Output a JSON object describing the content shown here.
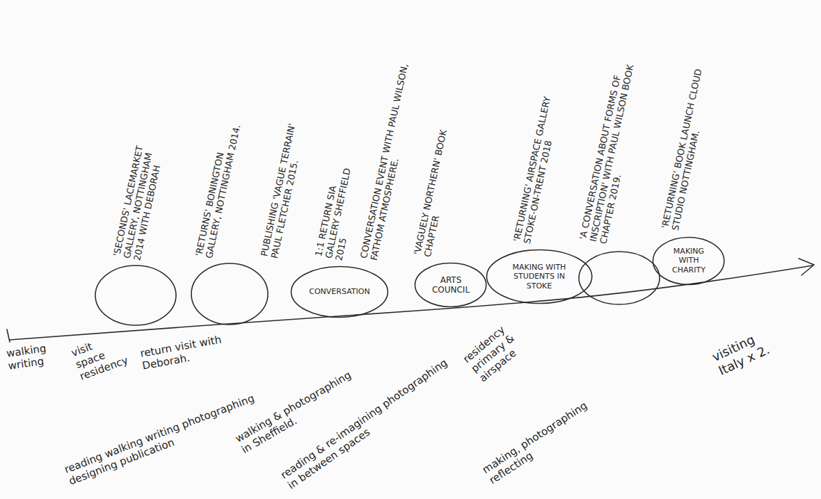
{
  "diagram": {
    "nodes": [
      {
        "text": [
          "CONVERSATION"
        ]
      },
      {
        "text": [
          "ARTS COUNCIL"
        ]
      },
      {
        "text": [
          "MAKING WITH STUDENTS IN STOKE"
        ]
      },
      {
        "text": [
          "MAKING WITH CHARITY"
        ]
      }
    ],
    "labels": [
      "'SECONDS' LACEMARKET GALLERY, NOTTINGHAM 2014 WITH DEBORAH",
      "'RETURNS' BONINGTON GALLERY, NOTTINGHAM 2014.",
      "PUBLISHING 'VAGUE TERRAIN' PAUL FLETCHER 2015.",
      "1:1 RETURN SIA GALLERY SHEFFIELD 2015",
      "CONVERSATION EVENT WITH PAUL WILSON, FATHOM ATMOSPHERE.",
      "'VAGUELY NORTHERN' BOOK CHAPTER",
      "'RETURNING' AIRSPACE GALLERY STOKE-ON-TRENT 2018",
      "'A CONVERSATION ABOUT FORMS OF INSCRIPTION' WITH PAUL WILSON BOOK CHAPTER 2019.",
      "'RETURNING' BOOK LAUNCH CLOUD STUDIO NOTTINGHAM.",
      "walking writing",
      "visit space residency",
      "return visit with Deborah.",
      "reading walking writing photographing designing publication",
      "walking & photographing in Sheffield.",
      "reading & re-imagining photographing in between spaces",
      "residency primary & airspace",
      "making, photographing reflecting",
      "visiting Italy x 2."
    ]
  }
}
